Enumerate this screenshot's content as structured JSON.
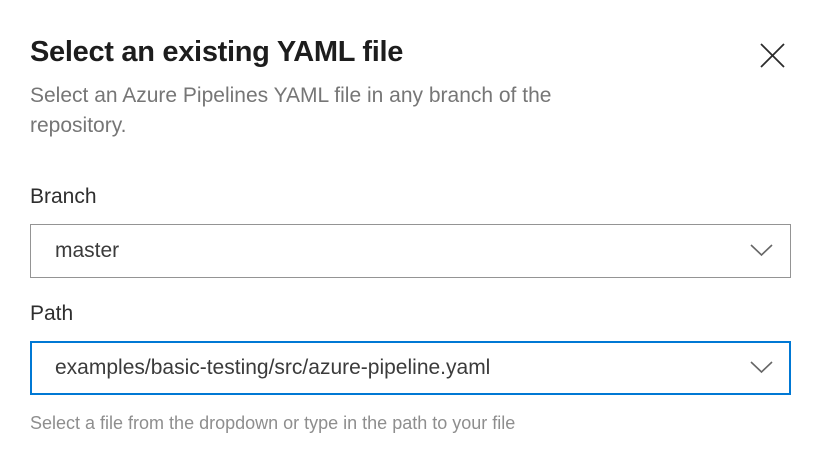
{
  "dialog": {
    "title": "Select an existing YAML file",
    "subtitle": "Select an Azure Pipelines YAML file in any branch of the repository."
  },
  "fields": {
    "branch": {
      "label": "Branch",
      "value": "master"
    },
    "path": {
      "label": "Path",
      "value": "examples/basic-testing/src/azure-pipeline.yaml",
      "helper": "Select a file from the dropdown or type in the path to your file"
    }
  },
  "icons": {
    "close": "close-icon",
    "dropdown": "chevron-down-icon"
  },
  "colors": {
    "accent": "#0078d4",
    "field_border": "#949494",
    "title_text": "#1d1d1d",
    "muted_text": "#767676",
    "helper_text": "#8e8e8e"
  }
}
